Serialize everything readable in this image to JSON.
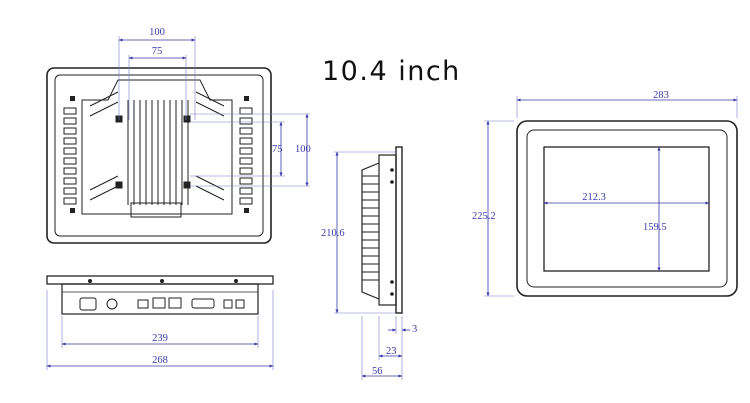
{
  "title": "10.4 inch",
  "dimensions": {
    "back_top_width_outer": "100",
    "back_top_width_inner": "75",
    "back_right_height_outer": "100",
    "back_right_height_inner": "75",
    "bottom_inner_width": "239",
    "bottom_outer_width": "268",
    "side_height": "210.6",
    "side_bezel": "3",
    "side_body_depth": "23",
    "side_total_depth": "56",
    "front_width": "283",
    "front_height": "225.2",
    "screen_width": "212.3",
    "screen_height": "159.5"
  },
  "colors": {
    "dimension": "#3a3aa8",
    "outline": "#222222"
  }
}
